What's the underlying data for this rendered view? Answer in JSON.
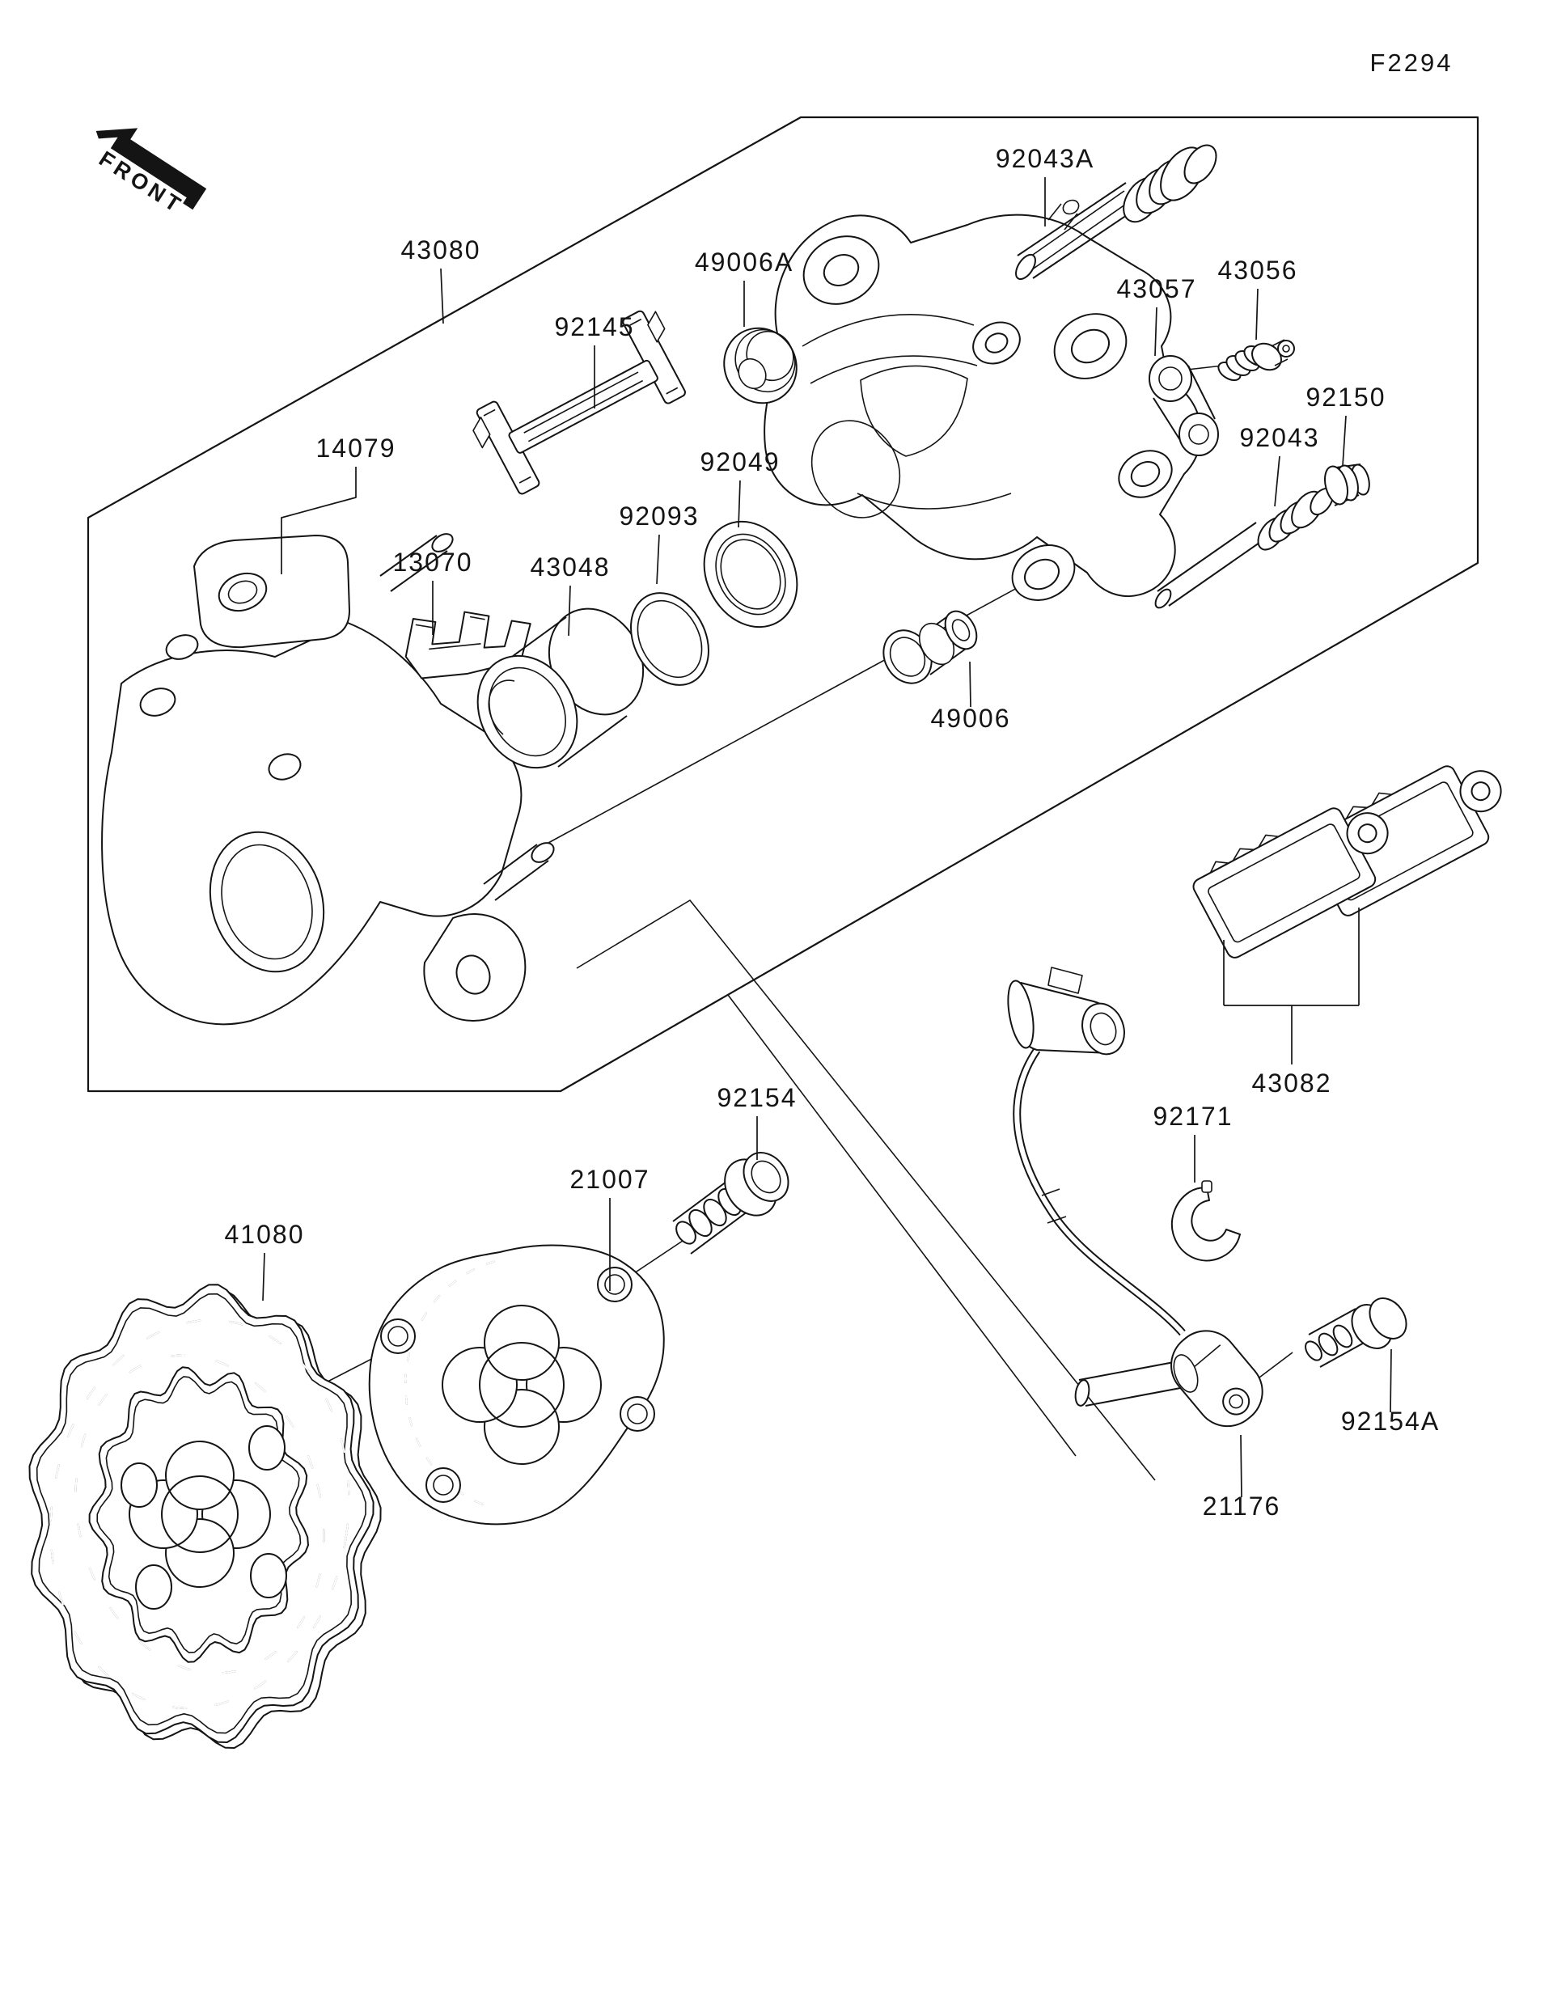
{
  "figure": {
    "code": "F2294"
  },
  "orientation": {
    "front_label": "FRONT"
  },
  "diagram_type": "exploded-parts-diagram",
  "colors": {
    "line": "#141414",
    "background": "#ffffff"
  },
  "part_labels": {
    "43080": {
      "text": "43080"
    },
    "92145": {
      "text": "92145"
    },
    "49006A": {
      "text": "49006A"
    },
    "92043A": {
      "text": "92043A"
    },
    "43057": {
      "text": "43057"
    },
    "43056": {
      "text": "43056"
    },
    "92150": {
      "text": "92150"
    },
    "92043": {
      "text": "92043"
    },
    "14079": {
      "text": "14079"
    },
    "13070": {
      "text": "13070"
    },
    "43048": {
      "text": "43048"
    },
    "92093": {
      "text": "92093"
    },
    "92049": {
      "text": "92049"
    },
    "49006": {
      "text": "49006"
    },
    "43082": {
      "text": "43082"
    },
    "92171": {
      "text": "92171"
    },
    "92154": {
      "text": "92154"
    },
    "21007": {
      "text": "21007"
    },
    "41080": {
      "text": "41080"
    },
    "92154A": {
      "text": "92154A"
    },
    "21176": {
      "text": "21176"
    }
  }
}
